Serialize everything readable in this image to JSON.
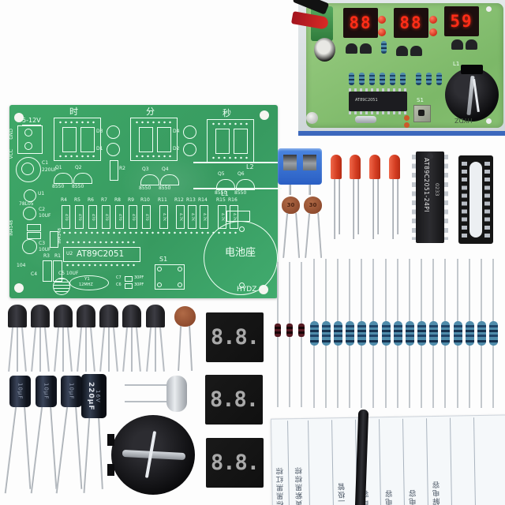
{
  "colors": {
    "pcb_green": "#3fa868",
    "inset_board": "#8ac178",
    "display_red": "#ff2d17",
    "led_red": "#e14a2c",
    "resistor_blue": "#4d87a8",
    "terminal_blue": "#2f6bd0",
    "diode_red": "#571b24"
  },
  "pcb": {
    "power": "5-12V",
    "gnd": "GND",
    "vcc": "VCC",
    "sec_hour": "时",
    "sec_min": "分",
    "sec_sec": "秒",
    "d3": "D3",
    "d1": "D1",
    "d4": "D4",
    "d2": "D2",
    "q": [
      {
        "ref": "Q1",
        "val": "8550"
      },
      {
        "ref": "Q2",
        "val": "8550"
      },
      {
        "ref": "Q3",
        "val": "8550"
      },
      {
        "ref": "Q4",
        "val": "8550"
      },
      {
        "ref": "Q5",
        "val": "8550"
      },
      {
        "ref": "Q6",
        "val": "8550"
      }
    ],
    "r2": "R2",
    "c1_ref": "C1",
    "c1_val": "220UF",
    "u1_ref": "U1",
    "u1_val": "78L05",
    "c2_ref": "C2",
    "c2_val": "10UF",
    "diode_val": "IN4148",
    "c3_ref": "C3",
    "c3_val": "10UF",
    "r3": "R3",
    "r1": "R1",
    "c4_val": "104",
    "c4_ref": "C4",
    "c5": "C5 10UF",
    "u2_ref": "U2",
    "u2_val": "AT89C2051",
    "y1_ref": "Y1",
    "y1_val": "12MHZ",
    "c7_ref": "C7",
    "c7_val": "30PF",
    "c6_ref": "C6",
    "c6_val": "30PF",
    "s1": "S1",
    "battery": "电池座",
    "brand": "HYDZ",
    "l1": "L1",
    "l2": "L2",
    "r_row": [
      {
        "ref": "R4",
        "val": "470"
      },
      {
        "ref": "R5",
        "val": "470"
      },
      {
        "ref": "R6",
        "val": "470"
      },
      {
        "ref": "R7",
        "val": "470"
      },
      {
        "ref": "R8",
        "val": "470"
      },
      {
        "ref": "R9",
        "val": "470"
      },
      {
        "ref": "R10",
        "val": "470"
      },
      {
        "ref": "R11",
        "val": "4.7K"
      },
      {
        "ref": "R12",
        "val": "4.7K"
      },
      {
        "ref": "R13",
        "val": "4.7K"
      },
      {
        "ref": "R14",
        "val": "4.7K"
      },
      {
        "ref": "R15",
        "val": "4.7K"
      },
      {
        "ref": "R16",
        "val": "4.7K"
      }
    ]
  },
  "inset": {
    "digits": [
      "88",
      "88",
      "59"
    ],
    "l1": "L1",
    "s1": "S1",
    "brand": "HYDZ",
    "ic": "AT89C2051"
  },
  "parts": {
    "ic_line1": "AT89C2051-24PI",
    "ic_line2": "0233",
    "ceramic30": "30",
    "cap10": "10µF",
    "cap220": "220µF",
    "cap220_v": "16V",
    "display_digits": "8.8."
  },
  "paper": {
    "cols": [
      "棕黑黑红棕",
      "黄紫黑棕棕",
      "二极管",
      "电容",
      "电容",
      "电容",
      "解电容"
    ]
  }
}
